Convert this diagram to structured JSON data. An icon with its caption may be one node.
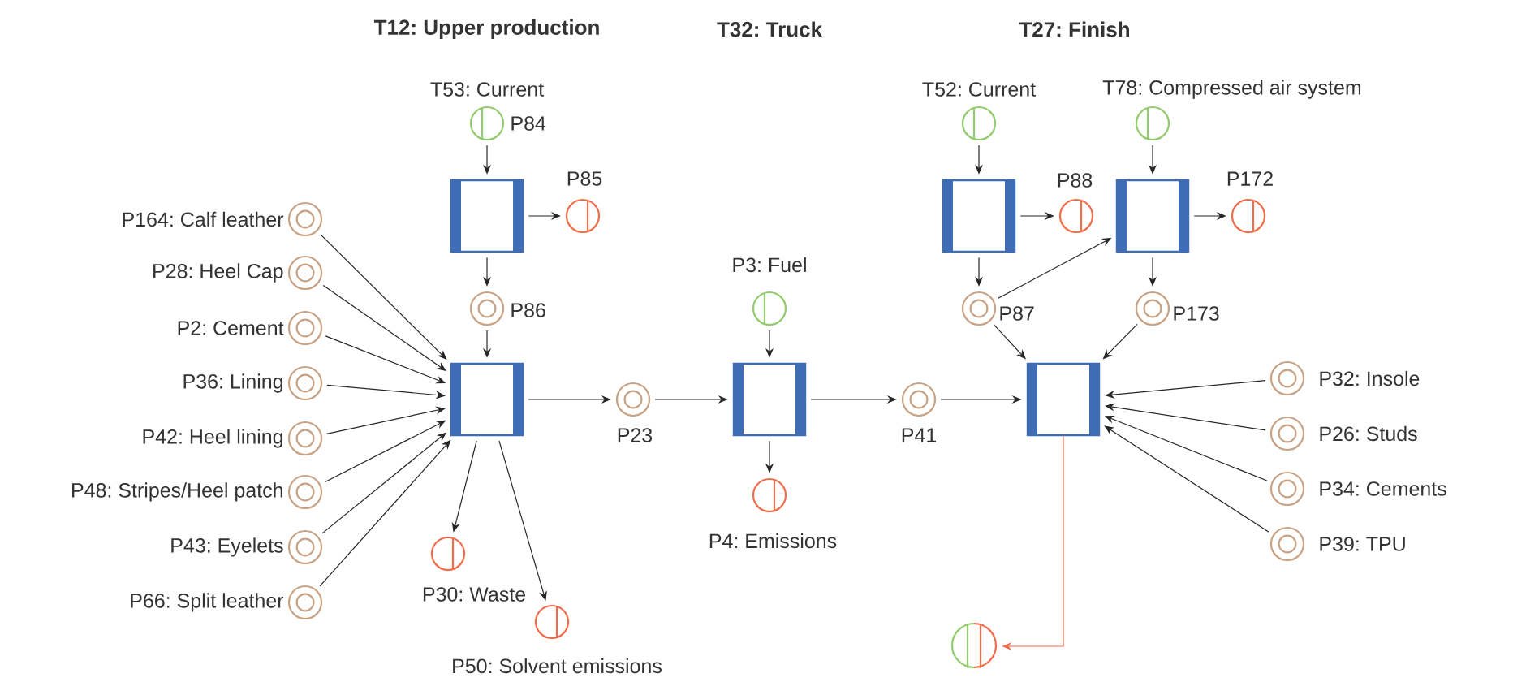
{
  "diagram": {
    "nodes": [
      {
        "text": [
          "P84"
        ]
      },
      {
        "text": [],
        "shape": "box"
      },
      {
        "text": [
          "P85"
        ]
      },
      {
        "text": [
          "P86"
        ]
      },
      {
        "text": [
          "P164: Calf leather"
        ]
      },
      {
        "text": [
          "P28: Heel Cap"
        ]
      },
      {
        "text": [
          "P2: Cement"
        ]
      },
      {
        "text": [
          "P36: Lining"
        ]
      },
      {
        "text": [
          "P42: Heel lining"
        ]
      },
      {
        "text": [
          "P48: Stripes/Heel patch"
        ]
      },
      {
        "text": [
          "P43: Eyelets"
        ]
      },
      {
        "text": [
          "P66: Split leather"
        ]
      },
      {
        "text": [],
        "shape": "box"
      },
      {
        "text": [
          "P23"
        ]
      },
      {
        "text": [
          "P30: Waste"
        ]
      },
      {
        "text": [
          "P50: Solvent emissions"
        ]
      },
      {
        "text": [
          "P3: Fuel"
        ]
      },
      {
        "text": [],
        "shape": "box"
      },
      {
        "text": [
          "P4: Emissions"
        ]
      },
      {
        "text": [
          "P41"
        ]
      },
      {
        "text": [],
        "shape": "circle"
      },
      {
        "text": [],
        "shape": "box"
      },
      {
        "text": [
          "P88"
        ]
      },
      {
        "text": [],
        "shape": "circle"
      },
      {
        "text": [],
        "shape": "box"
      },
      {
        "text": [
          "P172"
        ]
      },
      {
        "text": [
          "P87"
        ]
      },
      {
        "text": [
          "P173"
        ]
      },
      {
        "text": [],
        "shape": "box"
      },
      {
        "text": [
          "P32: Insole"
        ]
      },
      {
        "text": [
          "P26: Studs"
        ]
      },
      {
        "text": [
          "P34: Cements"
        ]
      },
      {
        "text": [
          "P39: TPU"
        ]
      },
      {
        "text": [],
        "shape": "circle"
      }
    ],
    "edges": [
      {
        "from": 0,
        "to": 1,
        "arrow": "to"
      },
      {
        "from": 1,
        "to": 2,
        "arrow": "to"
      },
      {
        "from": 1,
        "to": 3,
        "arrow": "to"
      },
      {
        "from": 3,
        "to": 12,
        "arrow": "to"
      },
      {
        "from": 4,
        "to": 12,
        "arrow": "to"
      },
      {
        "from": 5,
        "to": 12,
        "arrow": "to"
      },
      {
        "from": 6,
        "to": 12,
        "arrow": "to"
      },
      {
        "from": 7,
        "to": 12,
        "arrow": "to"
      },
      {
        "from": 8,
        "to": 12,
        "arrow": "to"
      },
      {
        "from": 9,
        "to": 12,
        "arrow": "to"
      },
      {
        "from": 10,
        "to": 12,
        "arrow": "to"
      },
      {
        "from": 11,
        "to": 12,
        "arrow": "to"
      },
      {
        "from": 12,
        "to": 13,
        "arrow": "to"
      },
      {
        "from": 12,
        "to": 14,
        "arrow": "to"
      },
      {
        "from": 12,
        "to": 15,
        "arrow": "to"
      },
      {
        "from": 13,
        "to": 17,
        "arrow": "to"
      },
      {
        "from": 16,
        "to": 17,
        "arrow": "to"
      },
      {
        "from": 17,
        "to": 18,
        "arrow": "to"
      },
      {
        "from": 17,
        "to": 19,
        "arrow": "to"
      },
      {
        "from": 19,
        "to": 28,
        "arrow": "to"
      },
      {
        "from": 20,
        "to": 21,
        "arrow": "to"
      },
      {
        "from": 21,
        "to": 22,
        "arrow": "to"
      },
      {
        "from": 21,
        "to": 26,
        "arrow": "to"
      },
      {
        "from": 26,
        "to": 24,
        "arrow": "to"
      },
      {
        "from": 26,
        "to": 28,
        "arrow": "to"
      },
      {
        "from": 23,
        "to": 24,
        "arrow": "to"
      },
      {
        "from": 24,
        "to": 25,
        "arrow": "to"
      },
      {
        "from": 24,
        "to": 27,
        "arrow": "to"
      },
      {
        "from": 27,
        "to": 28,
        "arrow": "to"
      },
      {
        "from": 29,
        "to": 28,
        "arrow": "to"
      },
      {
        "from": 30,
        "to": 28,
        "arrow": "to"
      },
      {
        "from": 31,
        "to": 28,
        "arrow": "to"
      },
      {
        "from": 32,
        "to": 28,
        "arrow": "to"
      },
      {
        "from": 28,
        "to": 33,
        "arrow": "to",
        "color": "#f26b4a"
      }
    ],
    "labels": [
      "T12: Upper production",
      "T32: Truck",
      "T27: Finish",
      "T53: Current",
      "T52: Current",
      "T78: Compressed air system"
    ]
  }
}
